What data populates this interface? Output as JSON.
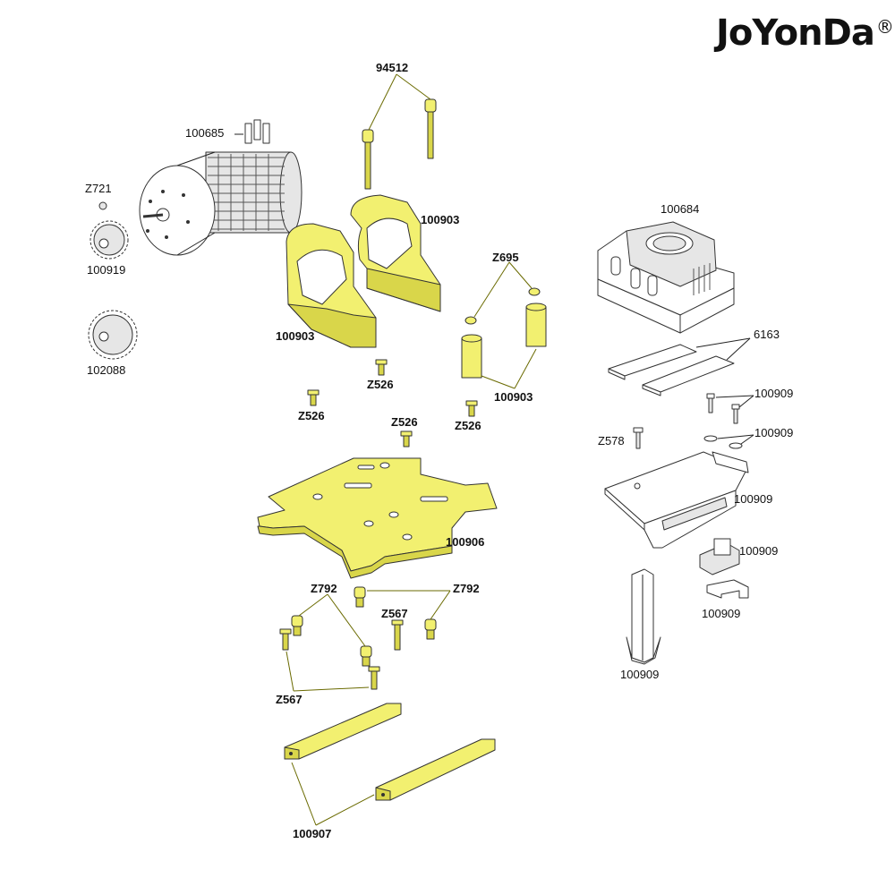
{
  "brand": {
    "name": "JoYonDa",
    "mark": "®"
  },
  "part_labels": {
    "screws_top": "94512",
    "motor": "100685",
    "pinion_screw": "Z721",
    "pinion_small": "100919",
    "pinion_large": "102088",
    "motor_mount_right": "100903",
    "motor_mount_left": "100903",
    "spacers": "100903",
    "washers": "Z695",
    "screw_a": "Z526",
    "screw_b": "Z526",
    "screw_c": "Z526",
    "screw_d": "Z526",
    "plate": "100906",
    "screws_left": "Z792",
    "screws_right": "Z792",
    "screw_center": "Z567",
    "screws_bottom": "Z567",
    "rails": "100907",
    "esc": "100684",
    "pads": "6163",
    "esc_screws": "100909",
    "esc_washers": "100909",
    "esc_screw": "Z578",
    "esc_bracket": "100909",
    "switch": "100909",
    "switch_clip": "100909",
    "post": "100909"
  }
}
